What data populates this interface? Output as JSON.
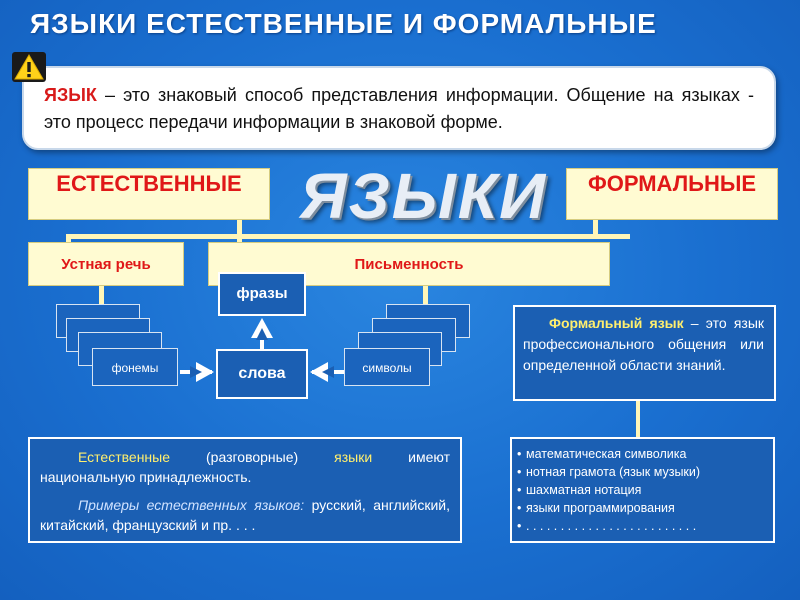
{
  "title": "ЯЗЫКИ ЕСТЕСТВЕННЫЕ И ФОРМАЛЬНЫЕ",
  "definition": {
    "term": "ЯЗЫК",
    "text": " – это знаковый способ представления информации. Общение на языках - это процесс передачи информации в знаковой форме."
  },
  "center_word": "ЯЗЫКИ",
  "natural_label": "ЕСТЕСТВЕННЫЕ",
  "formal_label": "ФОРМАЛЬНЫЕ",
  "oral_label": "Устная речь",
  "writing_label": "Письменность",
  "phrases_label": "фразы",
  "words_label": "слова",
  "phonemes_label": "фонемы",
  "symbols_label": "символы",
  "formal_definition": {
    "term": "Формальный язык",
    "text": " – это язык профессионального общения или определенной области знаний."
  },
  "natural_panel": {
    "term": "Естественные",
    "middle": " (разговорные) ",
    "term2": "языки",
    "text": " имеют национальную принадлежность.",
    "examples_label": "Примеры естественных языков:",
    "examples_text": " русский, английский, китайский, французский и пр.  . . ."
  },
  "formal_examples": [
    "математическая символика",
    "нотная грамота (язык музыки)",
    "шахматная нотация",
    "языки программирования",
    ". . . . . . . . . . . . . . . . . . . . . . . . ."
  ],
  "colors": {
    "background": "#1a6fd0",
    "title": "#ffffff",
    "term_red": "#d81a1a",
    "box_yellow": "#fffbd2",
    "highlight_yellow": "#ffef6e",
    "panel_blue": "#1b5fb3"
  }
}
